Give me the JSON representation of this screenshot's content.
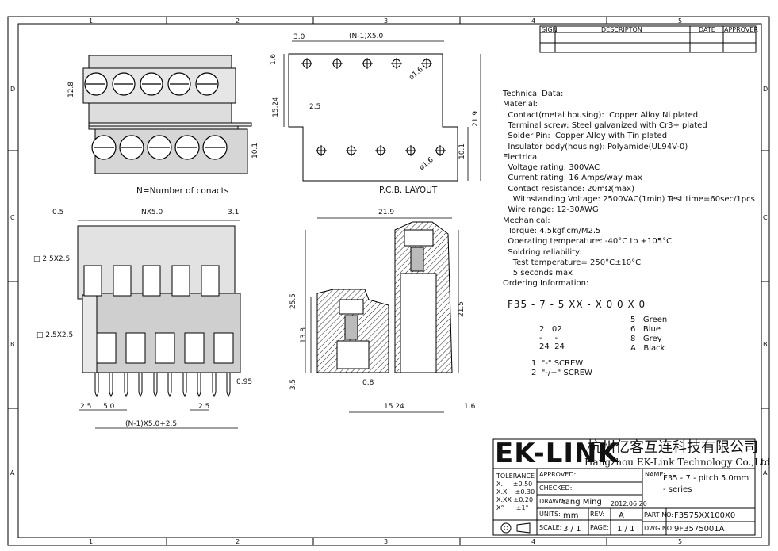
{
  "zone_cols": [
    "1",
    "2",
    "3",
    "4",
    "5"
  ],
  "zone_rows": [
    "D",
    "C",
    "B",
    "A"
  ],
  "revision_headers": {
    "sign": "SIGN",
    "description": "DESCRIPTON",
    "date": "DATE",
    "approver": "APPROVER"
  },
  "dimensions": {
    "top_left_height": "12.8",
    "top_left_height2": "10.1",
    "pcb_edge": "3.0",
    "pcb_span": "(N-1)X5.0",
    "pcb_offset": "1.6",
    "pcb_hole1": "ø1.6",
    "pcb_hole2": "ø1.6",
    "pcb_pitch_half": "2.5",
    "pcb_height": "15.24",
    "pcb_total": "21.9",
    "pcb_lower": "10.1",
    "front_left": "0.5",
    "front_span": "NX5.0",
    "front_right": "3.1",
    "sq1": "2.5X2.5",
    "sq2": "2.5X2.5",
    "pin_w": "0.95",
    "bot_a": "2.5",
    "bot_b": "5.0",
    "bot_c": "2.5",
    "bot_span": "(N-1)X5.0+2.5",
    "side_top": "21.9",
    "side_h1": "25.5",
    "side_h2": "13.8",
    "side_h3": "21.5",
    "side_pin": "3.5",
    "side_pin_w": "0.8",
    "side_base": "15.24",
    "side_right": "1.6"
  },
  "captions": {
    "left_top": "N=Number of conacts",
    "pcb": "P.C.B. LAYOUT"
  },
  "tech_lines": [
    "Technical Data:",
    "Material:",
    "  Contact(metal housing):  Copper Alloy Ni plated",
    "  Terminal screw: Steel galvanized with Cr3+ plated",
    "  Solder Pin:  Copper Alloy with Tin plated",
    "  Insulator body(housing): Polyamide(UL94V-0)",
    "Electrical",
    "  Voltage rating: 300VAC",
    "  Current rating: 16 Amps/way max",
    "  Contact resistance: 20mΩ(max)",
    "    Withstanding Voltage: 2500VAC(1min) Test time=60sec/1pcs",
    "  Wire range: 12-30AWG",
    "Mechanical:",
    "  Torque: 4.5kgf.cm/M2.5",
    "  Operating temperature: -40°C to +105°C",
    "  Soldring reliability:",
    "    Test temperature= 250°C±10°C",
    "    5 seconds max",
    "Ordering Information:"
  ],
  "ordering": {
    "code": "F35 - 7 - 5 XX - X 0 0 X 0",
    "colors": [
      "5   Green",
      "6   Blue",
      "8   Grey",
      "A   Black"
    ],
    "ways": [
      "2   02",
      "-     -",
      "24  24"
    ],
    "screws": [
      "1  \"-\" SCREW",
      "2  \"-/+\" SCREW"
    ]
  },
  "title_block": {
    "logo": "EK-LINK",
    "company_cn": "杭州亿客互连科技有限公司",
    "company_en": "Hangzhou EK-Link Technology Co.,Ltd",
    "tolerance_label": "TOLERANCE",
    "tolerances": [
      "X.     ±0.50",
      "X.X    ±0.30",
      "X.XX ±0.20",
      "X°      ±1°"
    ],
    "approved_label": "APPROVED:",
    "checked_label": "CHECKED:",
    "drawn_label": "DRAWN:",
    "drawn_by": "Yang Ming",
    "drawn_date": "2012.06.20",
    "name_label": "NAME:",
    "name_value": "F35 - 7 - pitch 5.0mm",
    "name_value2": "- series",
    "units_label": "UNITS:",
    "units_value": "mm",
    "rev_label": "REV:",
    "rev_value": "A",
    "part_label": "PART NO:",
    "part_value": "F3575XX100X0",
    "scale_label": "SCALE:",
    "scale_value": "3 / 1",
    "page_label": "PAGE:",
    "page_value": "1 / 1",
    "dwg_label": "DWG NO:",
    "dwg_value": "9F3575001A"
  }
}
